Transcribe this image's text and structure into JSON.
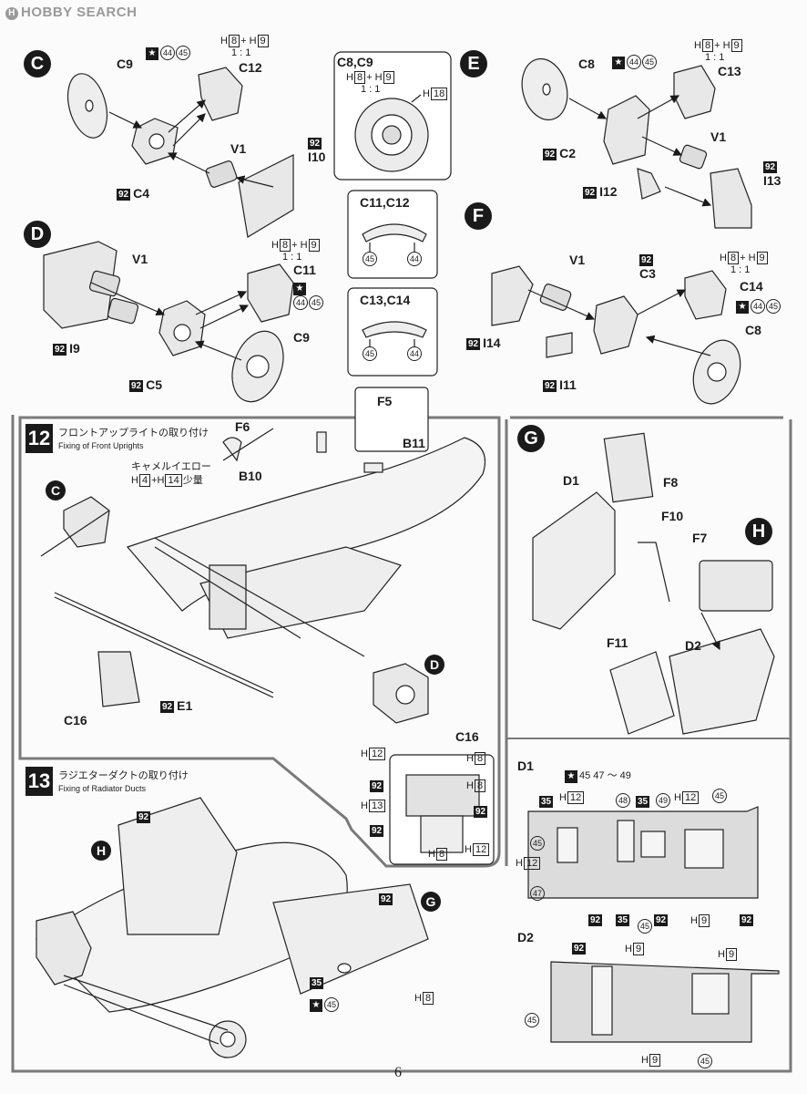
{
  "header": {
    "logo_text": "HOBBY SEARCH"
  },
  "ratio": "1 : 1",
  "plus": "+",
  "top": {
    "C": {
      "letter": "C",
      "c9": "C9",
      "c12": "C12",
      "v1": "V1",
      "i10": "I10",
      "c4": "C4",
      "n92": "92",
      "h_a": "H",
      "h8": "8",
      "h9": "9",
      "n44": "44",
      "n45": "45"
    },
    "D": {
      "letter": "D",
      "v1": "V1",
      "c11": "C11",
      "c9": "C9",
      "c5": "C5",
      "i9": "I9",
      "n92": "92",
      "h_a": "H",
      "h8": "8",
      "h9": "9",
      "n44": "44",
      "n45": "45"
    },
    "E": {
      "letter": "E",
      "c8": "C8",
      "c13": "C13",
      "v1": "V1",
      "c2": "C2",
      "i12": "I12",
      "i13": "I13",
      "n92": "92",
      "h_a": "H",
      "h8": "8",
      "h9": "9",
      "n44": "44",
      "n45": "45"
    },
    "F": {
      "letter": "F",
      "v1": "V1",
      "c3": "C3",
      "c14": "C14",
      "c8": "C8",
      "i14": "I14",
      "i11": "I11",
      "n92": "92",
      "h_a": "H",
      "h8": "8",
      "h9": "9",
      "n44": "44",
      "n45": "45"
    },
    "c8c9": {
      "title": "C8,C9",
      "h_a": "H",
      "h8": "8",
      "h9": "9",
      "h18": "18"
    },
    "c11c12": {
      "title": "C11,C12",
      "n45": "45",
      "n44": "44"
    },
    "c13c14": {
      "title": "C13,C14",
      "n45": "45",
      "n44": "44"
    }
  },
  "step12": {
    "number": "12",
    "title_jp": "フロントアップライトの取り付け",
    "title_en": "Fixing of Front Uprights",
    "f6": "F6",
    "f5": "F5",
    "b11": "B11",
    "b10": "B10",
    "color_note": "キャメルイエロー",
    "mix": {
      "h": "H",
      "a": "4",
      "b": "14",
      "suffix": "少量"
    },
    "c": "C",
    "d": "D",
    "e1": "E1",
    "c16": "C16",
    "n92": "92",
    "c16_detail": {
      "title": "C16",
      "h": "H",
      "h12": "12",
      "h8": "8",
      "h13": "13",
      "n92": "92"
    }
  },
  "step13": {
    "number": "13",
    "title_jp": "ラジエターダクトの取り付け",
    "title_en": "Fixing of Radiator Ducts",
    "h": "H",
    "g": "G",
    "n92": "92",
    "n35": "35",
    "n45": "45",
    "h8": "8"
  },
  "G": {
    "letter": "G",
    "d1": "D1",
    "f8": "F8",
    "f10": "F10",
    "f7": "F7",
    "h_letter": "H",
    "f11": "F11",
    "d2": "D2"
  },
  "d1_detail": {
    "title": "D1",
    "range": "45 47 〜 49",
    "n35": "35",
    "n92": "92",
    "n45": "45",
    "n47": "47",
    "n48": "48",
    "n49": "49",
    "h": "H",
    "h12": "12",
    "h9": "9"
  },
  "d2_detail": {
    "title": "D2",
    "n92": "92",
    "n45": "45",
    "h": "H",
    "h9": "9"
  },
  "page_number": "6",
  "colors": {
    "ink": "#1a1a1a",
    "paper": "#fbfbfb",
    "frame": "#7a7a7a",
    "shade": "#d8d8d8"
  }
}
